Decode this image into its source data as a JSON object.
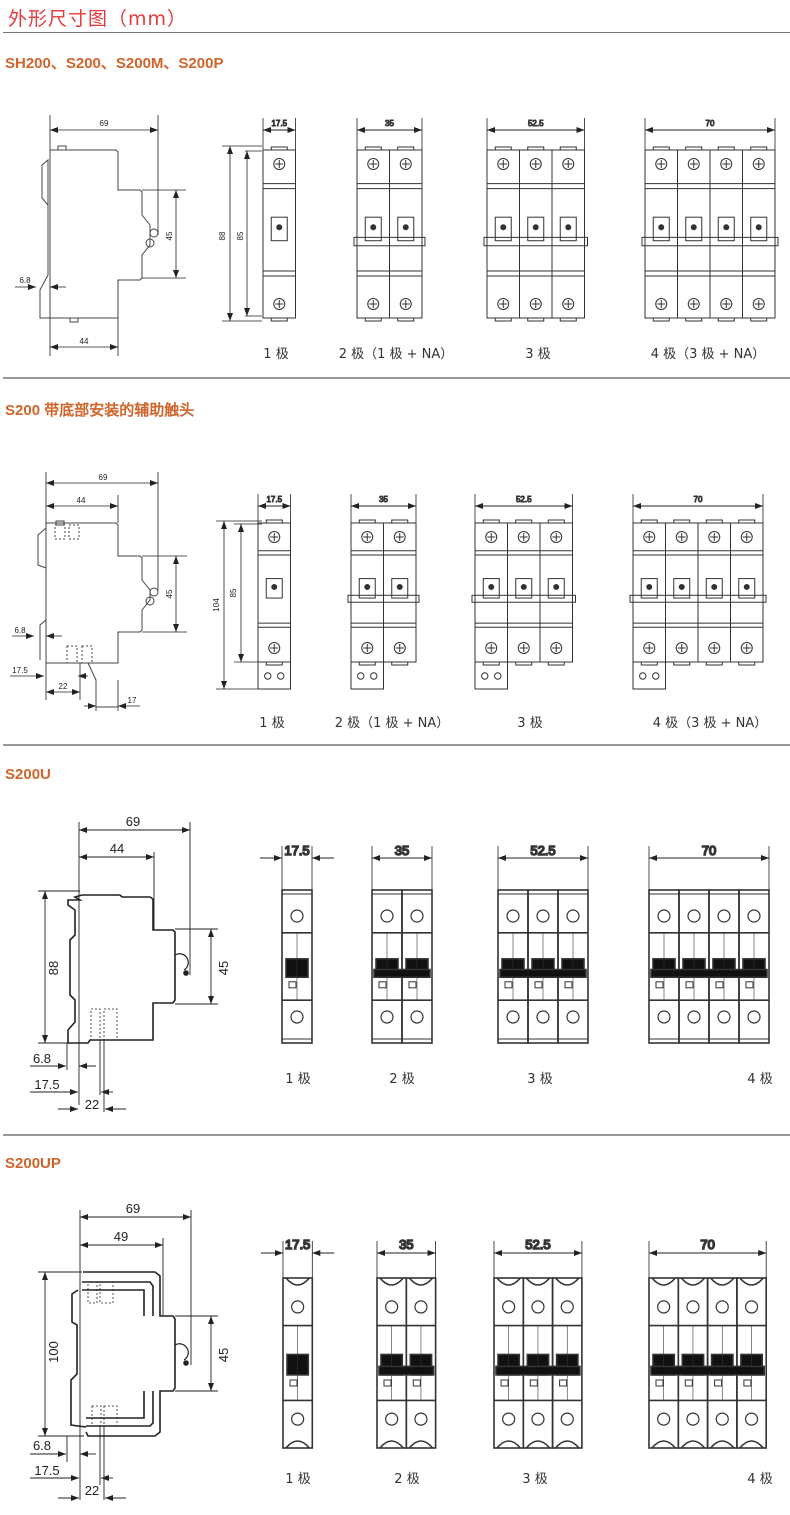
{
  "page_title": "外形尺寸图（mm）",
  "sections": [
    {
      "title": "SH200、S200、S200M、S200P",
      "side_view": {
        "total_depth": "69",
        "front_height": "45",
        "rail_offset": "6.8",
        "base_depth": "44"
      },
      "front_heights": [
        "88",
        "85"
      ],
      "variants": [
        {
          "width": "17.5",
          "poles": 1,
          "caption": "1 极"
        },
        {
          "width": "35",
          "poles": 2,
          "caption": "2 极（1 极 + NA）"
        },
        {
          "width": "52.5",
          "poles": 3,
          "caption": "3 极"
        },
        {
          "width": "70",
          "poles": 4,
          "caption": "4 极（3 极 + NA）"
        }
      ]
    },
    {
      "title": "S200 带底部安装的辅助触头",
      "side_view": {
        "total_depth": "69",
        "base_depth": "44",
        "front_height": "45",
        "rail_offset": "6.8",
        "contact_offset": "17.5",
        "contact_width": "22",
        "contact_depth": "17"
      },
      "front_heights": [
        "104",
        "85"
      ],
      "variants": [
        {
          "width": "17.5",
          "poles": 1,
          "caption": "1 极"
        },
        {
          "width": "35",
          "poles": 2,
          "caption": "2 极（1 极 + NA）"
        },
        {
          "width": "52.5",
          "poles": 3,
          "caption": "3 极"
        },
        {
          "width": "70",
          "poles": 4,
          "caption": "4 极（3 极 + NA）"
        }
      ]
    },
    {
      "title": "S200U",
      "side_view": {
        "total_depth": "69",
        "base_depth": "44",
        "height": "88",
        "front_height": "45",
        "rail_offset": "6.8",
        "contact_offset": "17.5",
        "contact_width": "22"
      },
      "variants": [
        {
          "width": "17.5",
          "poles": 1,
          "caption": "1 极"
        },
        {
          "width": "35",
          "poles": 2,
          "caption": "2 极"
        },
        {
          "width": "52.5",
          "poles": 3,
          "caption": "3 极"
        },
        {
          "width": "70",
          "poles": 4,
          "caption": "4 极"
        }
      ]
    },
    {
      "title": "S200UP",
      "side_view": {
        "total_depth": "69",
        "base_depth": "49",
        "height": "100",
        "front_height": "45",
        "rail_offset": "6.8",
        "contact_offset": "17.5",
        "contact_width": "22"
      },
      "variants": [
        {
          "width": "17.5",
          "poles": 1,
          "caption": "1 极"
        },
        {
          "width": "35",
          "poles": 2,
          "caption": "2 极"
        },
        {
          "width": "52.5",
          "poles": 3,
          "caption": "3 极"
        },
        {
          "width": "70",
          "poles": 4,
          "caption": "4 极"
        }
      ]
    }
  ]
}
